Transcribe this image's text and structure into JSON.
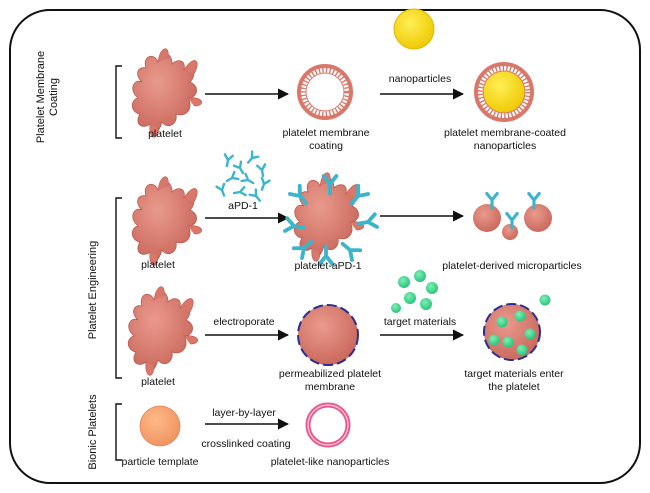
{
  "sections": {
    "coating": {
      "title": "Platelet Membrane Coating"
    },
    "engineering": {
      "title": "Platelet Engineering"
    },
    "bionic": {
      "title": "Bionic Platelets"
    }
  },
  "row1": {
    "platelet": "platelet",
    "membrane": "platelet membrane\ncoating",
    "arrow2": "nanoparticles",
    "result": "platelet membrane-coated\nnanoparticles"
  },
  "row2": {
    "platelet": "platelet",
    "arrow1": "aPD-1",
    "middle": "platelet-aPD-1",
    "result": "platelet-derived microparticles"
  },
  "row3": {
    "platelet": "platelet",
    "arrow1": "electroporate",
    "middle": "permeabilized platelet\nmembrane",
    "arrow2": "target materials",
    "result": "target materials enter\nthe platelet"
  },
  "row4": {
    "template": "particle template",
    "arrow1_top": "layer-by-layer",
    "arrow1_bottom": "crosslinked coating",
    "result": "platelet-like nanoparticles"
  },
  "colors": {
    "platelet": "#d9776a",
    "antibody": "#3ab5cc",
    "nanoparticle": "#f5d90a",
    "target": "#3dd68c",
    "dashed_ring": "#2c2f8f",
    "template": "#f7a06f",
    "pink_ring": "#e8588f"
  }
}
